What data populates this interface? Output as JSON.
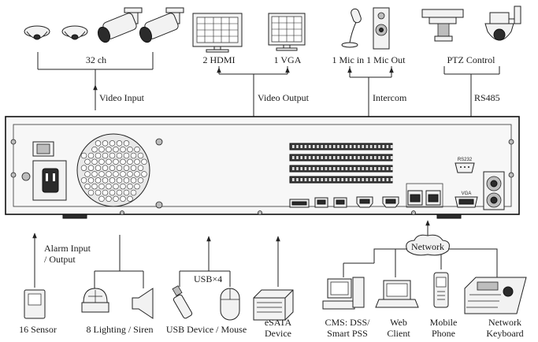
{
  "top_labels": {
    "cameras": "32 ch",
    "video_input": "Video Input",
    "hdmi": "2 HDMI",
    "vga": "1 VGA",
    "video_output": "Video Output",
    "audio": "1 Mic in 1 Mic Out",
    "intercom": "Intercom",
    "ptz": "PTZ Control",
    "rs485": "RS485"
  },
  "panel_labels": {
    "rs232": "RS232",
    "vga_port": "VGA"
  },
  "bottom_labels": {
    "alarm_line1": "Alarm Input",
    "alarm_line2": "/ Output",
    "sensor": "16 Sensor",
    "lighting": "8 Lighting / Siren",
    "usb_count": "USB×4",
    "usb_devices": "USB Device / Mouse",
    "esata_line1": "eSATA",
    "esata_line2": "Device",
    "cms_line1": "CMS: DSS/",
    "cms_line2": "Smart PSS",
    "web_line1": "Web",
    "web_line2": "Client",
    "mobile_line1": "Mobile",
    "mobile_line2": "Phone",
    "keyboard_line1": "Network",
    "keyboard_line2": "Keyboard",
    "network": "Network"
  }
}
